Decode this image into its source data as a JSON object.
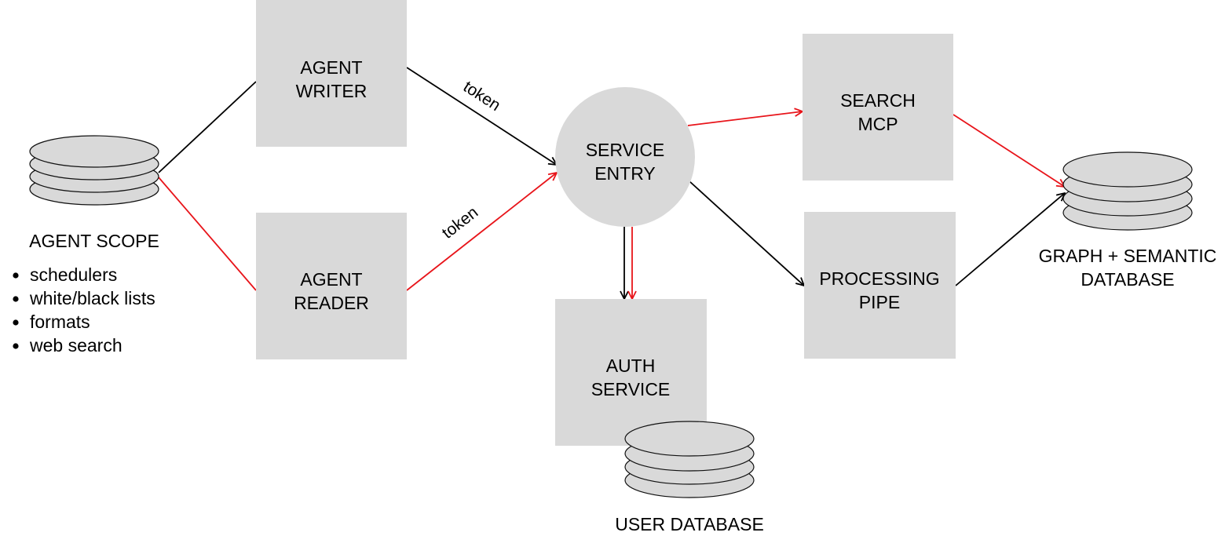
{
  "colors": {
    "node_fill": "#d9d9d9",
    "edge_default": "#000000",
    "edge_highlight": "#e8141a",
    "text": "#000000",
    "background": "#ffffff"
  },
  "nodes": {
    "agent_scope": {
      "label": "AGENT SCOPE",
      "items": [
        "schedulers",
        "white/black lists",
        "formats",
        "web search"
      ],
      "icon": "database-icon"
    },
    "agent_writer": {
      "line1": "AGENT",
      "line2": "WRITER"
    },
    "agent_reader": {
      "line1": "AGENT",
      "line2": "READER"
    },
    "service_entry": {
      "line1": "SERVICE",
      "line2": "ENTRY"
    },
    "auth_service": {
      "line1": "AUTH",
      "line2": "SERVICE"
    },
    "user_database": {
      "label": "USER DATABASE",
      "icon": "database-icon"
    },
    "search_mcp": {
      "line1": "SEARCH",
      "line2": "MCP"
    },
    "processing_pipe": {
      "line1": "PROCESSING",
      "line2": "PIPE"
    },
    "graph_semantic_db": {
      "line1": "GRAPH + SEMANTIC",
      "line2": "DATABASE",
      "icon": "database-icon"
    }
  },
  "edges": {
    "writer_to_entry": {
      "label": "token"
    },
    "reader_to_entry": {
      "label": "token"
    }
  }
}
